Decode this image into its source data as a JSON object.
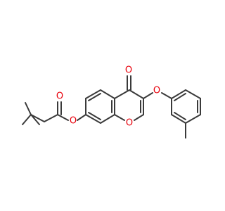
{
  "molecule": {
    "atom_label_color": "#e8000b",
    "bond_color": "#3a3a3a",
    "background": "#ffffff",
    "labels": {
      "ketone_oxygen": "O",
      "ester_carbonyl_oxygen": "O",
      "ester_oxygen": "O",
      "ring_oxygen": "O",
      "ether_oxygen": "O"
    }
  }
}
